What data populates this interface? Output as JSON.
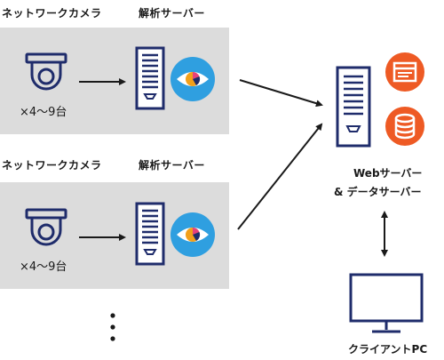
{
  "groups": [
    {
      "camera_label": "ネットワークカメラ",
      "server_label": "解析サーバー",
      "camera_count": "×4〜9台"
    },
    {
      "camera_label": "ネットワークカメラ",
      "server_label": "解析サーバー",
      "camera_count": "×4〜9台"
    }
  ],
  "web_server": {
    "line1": "Webサーバー",
    "line2": "& データサーバー"
  },
  "client": {
    "label": "クライアントPC"
  },
  "colors": {
    "outline_navy": "#1f2c6b",
    "panel_gray": "#dcdcdc",
    "eye_blue": "#2f9fe0",
    "badge_orange": "#ee5a24"
  }
}
